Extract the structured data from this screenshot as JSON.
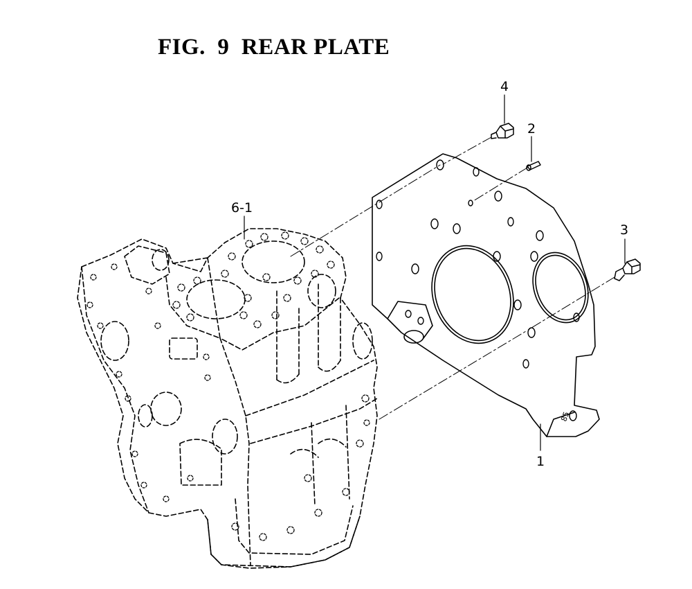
{
  "title": "FIG.  9  REAR PLATE",
  "callouts": {
    "part_1": "1",
    "part_2": "2",
    "part_3": "3",
    "part_4": "4",
    "part_6_1": "6-1"
  },
  "plate_marking": "85"
}
